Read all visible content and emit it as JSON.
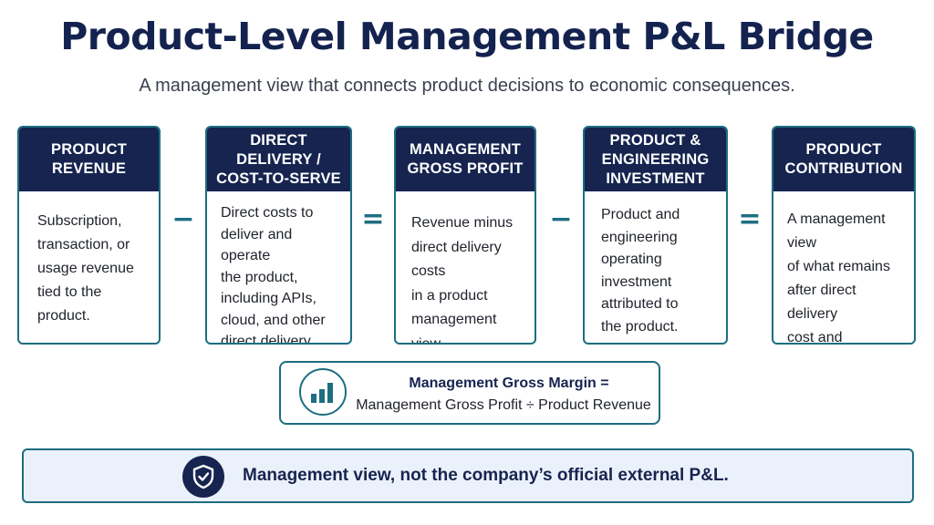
{
  "title": "Product-Level Management P&L Bridge",
  "subtitle": "A management view that connects product decisions to economic consequences.",
  "cards": [
    {
      "header": "PRODUCT\nREVENUE",
      "body": "Subscription,\ntransaction, or\nusage revenue\ntied to the\nproduct."
    },
    {
      "header": "DIRECT DELIVERY /\nCOST-TO-SERVE",
      "body": "Direct costs to\ndeliver and operate\nthe product,\nincluding APIs,\ncloud, and other\ndirect delivery costs."
    },
    {
      "header": "MANAGEMENT\nGROSS PROFIT",
      "body": "Revenue minus\ndirect delivery costs\nin a product\nmanagement view."
    },
    {
      "header": "PRODUCT &\nENGINEERING\nINVESTMENT",
      "body": "Product and\nengineering\noperating\ninvestment\nattributed to\nthe product."
    },
    {
      "header": "PRODUCT\nCONTRIBUTION",
      "body": "A management view\nof what remains\nafter direct delivery\ncost and operating\ninvestment."
    }
  ],
  "operators": [
    "−",
    "=",
    "−",
    "="
  ],
  "formula": {
    "label": "Management Gross Margin =",
    "expression": "Management Gross Profit  ÷  Product Revenue",
    "icon": "bar-chart-icon"
  },
  "banner": {
    "text": "Management view, not the company’s official external P&L.",
    "icon": "shield-check-icon"
  },
  "colors": {
    "navy": "#16244f",
    "teal": "#1d6e80",
    "banner_bg": "#ebf1fa"
  }
}
